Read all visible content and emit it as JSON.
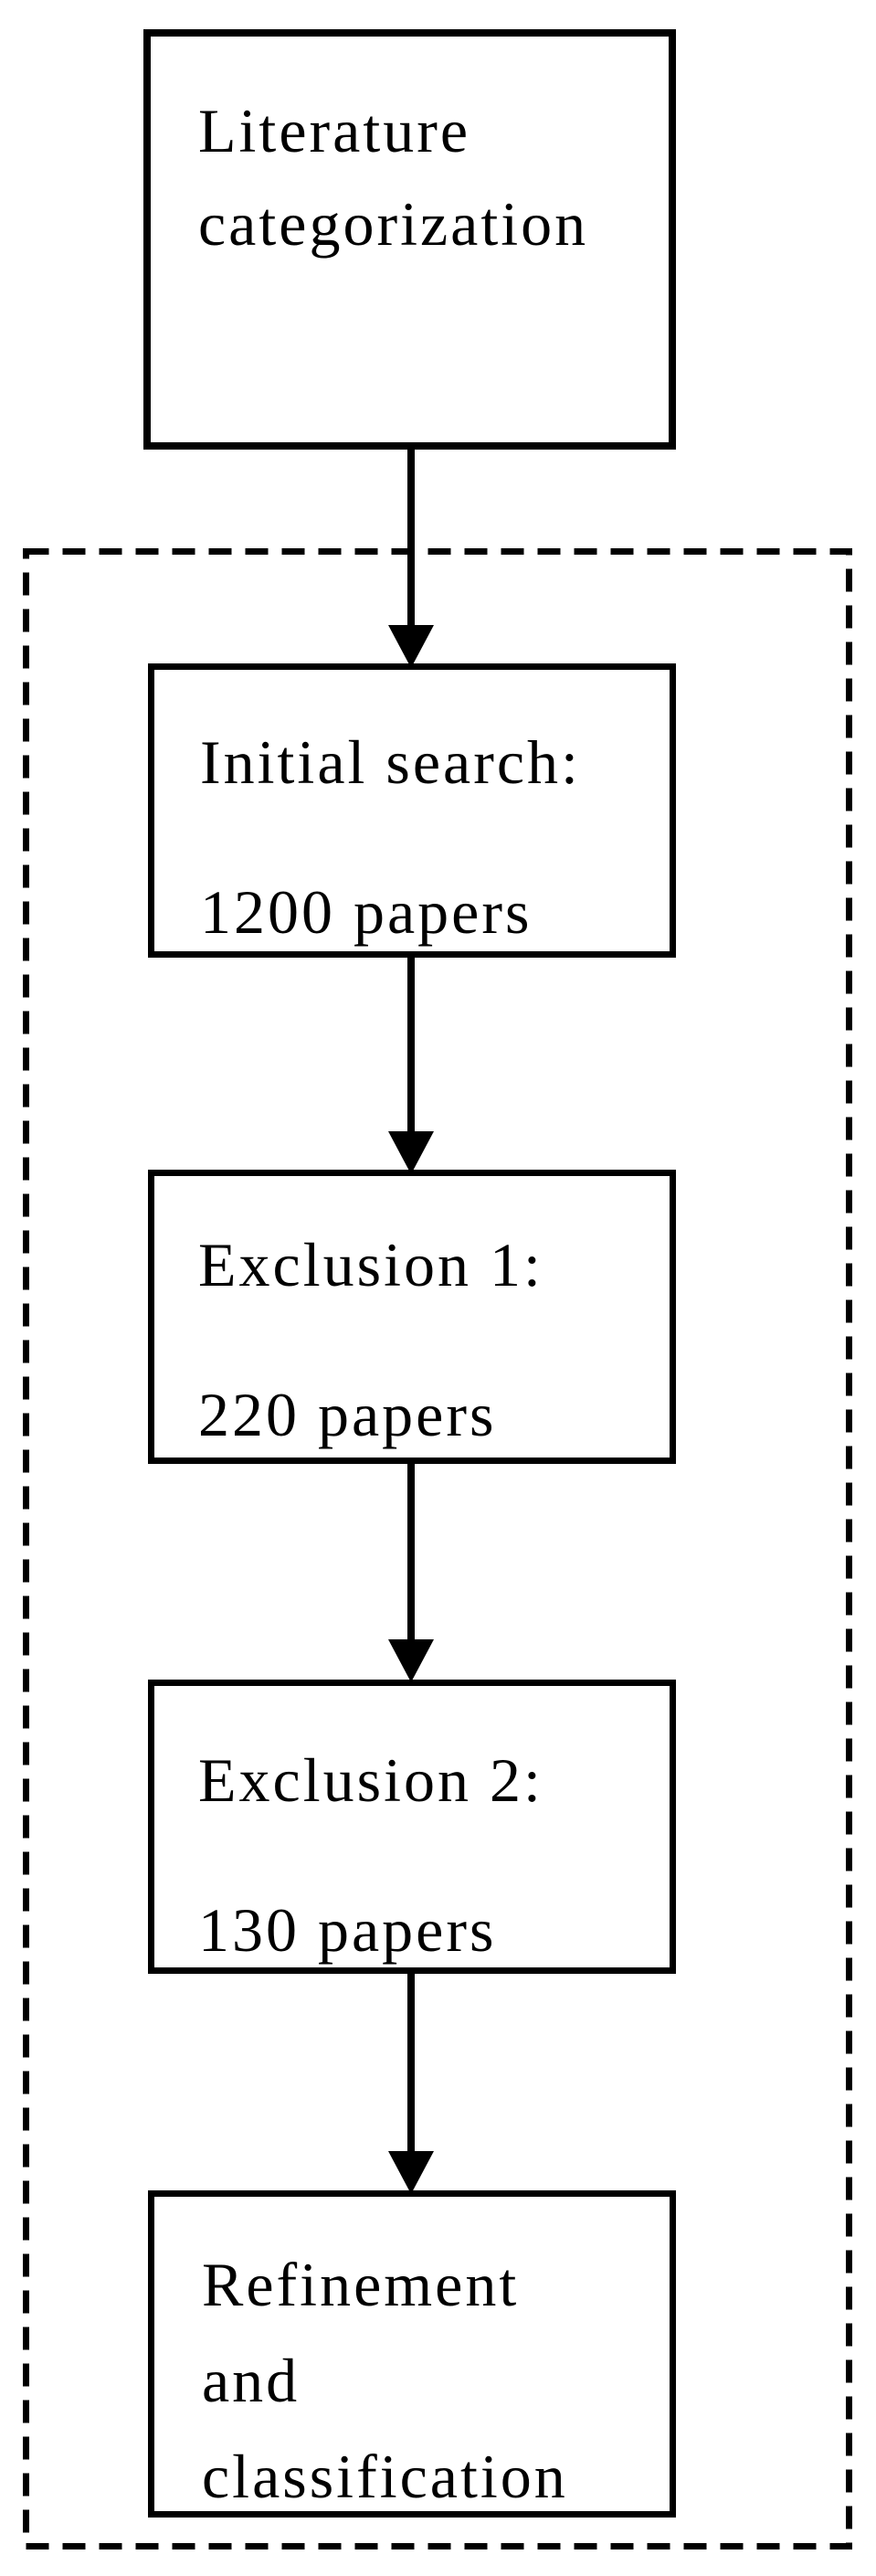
{
  "colors": {
    "ink": "#000000",
    "background": "#ffffff"
  },
  "flowchart": {
    "boxes": [
      {
        "name": "literature-categorization",
        "lines": [
          "Literature",
          "categorization"
        ]
      },
      {
        "name": "initial-search",
        "lines": [
          "Initial search:",
          "1200 papers"
        ]
      },
      {
        "name": "exclusion-1",
        "lines": [
          "Exclusion 1:",
          "220 papers"
        ]
      },
      {
        "name": "exclusion-2",
        "lines": [
          "Exclusion 2:",
          "130 papers"
        ]
      },
      {
        "name": "refinement-classification",
        "lines": [
          "Refinement",
          "and",
          "classification"
        ]
      }
    ]
  }
}
